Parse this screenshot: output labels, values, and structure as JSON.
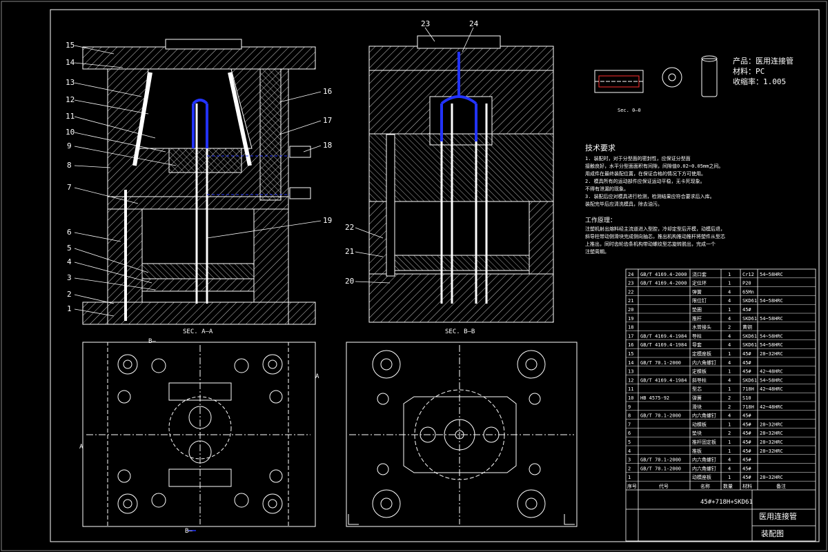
{
  "title_block": {
    "product_name": "医用连接管",
    "drawing_name": "装配图",
    "material_code": "45#+718H+SKD61",
    "header": [
      "序号",
      "代号",
      "名称",
      "数量",
      "材料",
      "备注"
    ]
  },
  "product_info": {
    "product": "产品：医用连接管",
    "material": "材料：PC",
    "shrink": "收缩率：1.005"
  },
  "tech_req": {
    "title": "技术要求",
    "lines": [
      "1. 装配时，对于分型面的密封性，应保证分型面",
      "接触良好，水平分型面面积有间隙，间隙值0.02~0.05mm之间。",
      "用成件在最终装配位置，在保证合格的情况下方可使用。",
      "2. 模具所有的运动部件应保证运动平稳，无卡死现象。",
      "不得有泄漏的现象。",
      "3. 装配后应对模具进行检测，检测结果应符合要求后入库。",
      "装配完毕后应清洗模具，除去油污。"
    ]
  },
  "work_principle": {
    "title": "工作原理：",
    "lines": [
      "注塑机射出熔料经主流道进入型腔，冷却定型后开模，动模后退，",
      "斜导柱带动侧滑块完成侧向抽芯，推出机构推动推杆将塑件从型芯",
      "上推出，同时齿轮齿条机构带动螺纹型芯旋转脱出，完成一个",
      "注塑周期。"
    ]
  },
  "sections": {
    "aa": "SEC. A—A",
    "bb": "SEC. B—B"
  },
  "callouts_left": [
    "15",
    "14",
    "13",
    "12",
    "11",
    "10",
    "9",
    "8",
    "7",
    "6",
    "5",
    "4",
    "3",
    "2",
    "1"
  ],
  "callouts_right": [
    "16",
    "17",
    "18",
    "19"
  ],
  "callouts_bb": [
    "23",
    "24",
    "22",
    "21",
    "20"
  ],
  "small_view_caption": "Sec. 0—0",
  "section_markers": {
    "a_top": "A",
    "a_bottom": "A",
    "b_top": "B—",
    "b_bottom": "B—"
  },
  "bom": [
    {
      "no": "24",
      "code": "GB/T 4169.4-2000",
      "name": "浇口套",
      "qty": "1",
      "mat": "Cr12",
      "note": "54~58HRC"
    },
    {
      "no": "23",
      "code": "GB/T 4169.4-2000",
      "name": "定位环",
      "qty": "1",
      "mat": "P20",
      "note": ""
    },
    {
      "no": "22",
      "code": "",
      "name": "弹簧",
      "qty": "4",
      "mat": "65Mn",
      "note": ""
    },
    {
      "no": "21",
      "code": "",
      "name": "限位钉",
      "qty": "4",
      "mat": "SKD61",
      "note": "54~58HRC"
    },
    {
      "no": "20",
      "code": "",
      "name": "垫圈",
      "qty": "1",
      "mat": "45#",
      "note": ""
    },
    {
      "no": "19",
      "code": "",
      "name": "推杆",
      "qty": "4",
      "mat": "SKD61",
      "note": "54~58HRC"
    },
    {
      "no": "18",
      "code": "",
      "name": "水管接头",
      "qty": "2",
      "mat": "黄铜",
      "note": ""
    },
    {
      "no": "17",
      "code": "GB/T 4169.4-1984",
      "name": "导柱",
      "qty": "4",
      "mat": "SKD61",
      "note": "54~58HRC"
    },
    {
      "no": "16",
      "code": "GB/T 4169.4-1984",
      "name": "导套",
      "qty": "4",
      "mat": "SKD61",
      "note": "54~58HRC"
    },
    {
      "no": "15",
      "code": "",
      "name": "定模座板",
      "qty": "1",
      "mat": "45#",
      "note": "28~32HRC"
    },
    {
      "no": "14",
      "code": "GB/T 70.1-2000",
      "name": "内六角螺钉",
      "qty": "4",
      "mat": "45#",
      "note": ""
    },
    {
      "no": "13",
      "code": "",
      "name": "定模板",
      "qty": "1",
      "mat": "45#",
      "note": "42~48HRC"
    },
    {
      "no": "12",
      "code": "GB/T 4169.4-1984",
      "name": "斜导柱",
      "qty": "4",
      "mat": "SKD61",
      "note": "54~58HRC"
    },
    {
      "no": "11",
      "code": "",
      "name": "型芯",
      "qty": "1",
      "mat": "718H",
      "note": "42~48HRC"
    },
    {
      "no": "10",
      "code": "HB 4575-92",
      "name": "弹簧",
      "qty": "2",
      "mat": "S10",
      "note": ""
    },
    {
      "no": "9",
      "code": "",
      "name": "滑块",
      "qty": "2",
      "mat": "718H",
      "note": "42~48HRC"
    },
    {
      "no": "8",
      "code": "GB/T 70.1-2000",
      "name": "内六角螺钉",
      "qty": "4",
      "mat": "45#",
      "note": ""
    },
    {
      "no": "7",
      "code": "",
      "name": "动模板",
      "qty": "1",
      "mat": "45#",
      "note": "28~32HRC"
    },
    {
      "no": "6",
      "code": "",
      "name": "垫块",
      "qty": "2",
      "mat": "45#",
      "note": "28~32HRC"
    },
    {
      "no": "5",
      "code": "",
      "name": "推杆固定板",
      "qty": "1",
      "mat": "45#",
      "note": "28~32HRC"
    },
    {
      "no": "4",
      "code": "",
      "name": "推板",
      "qty": "1",
      "mat": "45#",
      "note": "28~32HRC"
    },
    {
      "no": "3",
      "code": "GB/T 70.1-2000",
      "name": "内六角螺钉",
      "qty": "4",
      "mat": "45#",
      "note": ""
    },
    {
      "no": "2",
      "code": "GB/T 70.1-2000",
      "name": "内六角螺钉",
      "qty": "4",
      "mat": "45#",
      "note": ""
    },
    {
      "no": "1",
      "code": "",
      "name": "动模座板",
      "qty": "1",
      "mat": "45#",
      "note": "28~32HRC"
    }
  ],
  "colors": {
    "line": "#ffffff",
    "accent": "#2233ff",
    "red": "#ff3030",
    "bg": "#000000"
  }
}
